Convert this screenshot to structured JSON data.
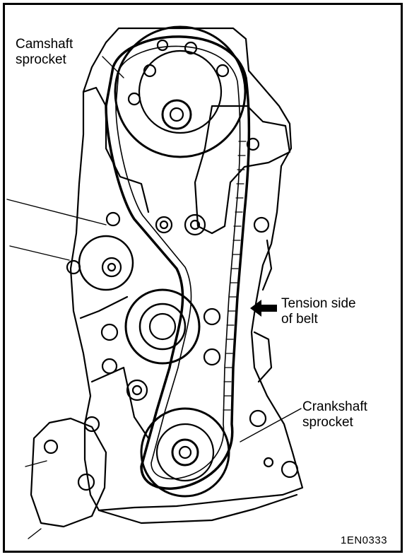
{
  "labels": {
    "camshaft_line1": "Camshaft",
    "camshaft_line2": "sprocket",
    "tension_line1": "Tension side",
    "tension_line2": "of belt",
    "crankshaft_line1": "Crankshaft",
    "crankshaft_line2": "sprocket"
  },
  "figure_code": "1EN0333",
  "colors": {
    "ink": "#000000",
    "paper": "#ffffff"
  }
}
